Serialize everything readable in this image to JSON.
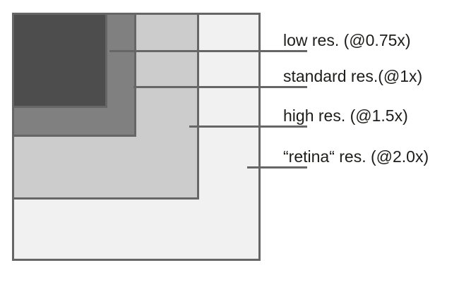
{
  "page": {
    "background": "#ffffff",
    "text_color": "#1d1d1b",
    "border_color": "#666666"
  },
  "diagram": {
    "type": "nested-squares-resolution-comparison",
    "layers": [
      {
        "id": "low-res",
        "label": "low res. (@0.75x)",
        "fill": "#4d4d4d"
      },
      {
        "id": "standard-res",
        "label": "standard res.(@1x)",
        "fill": "#808080"
      },
      {
        "id": "high-res",
        "label": "high res. (@1.5x)",
        "fill": "#cccccc"
      },
      {
        "id": "retina-res",
        "label": "“retina“ res. (@2.0x)",
        "fill": "#f1f1f1"
      }
    ]
  }
}
